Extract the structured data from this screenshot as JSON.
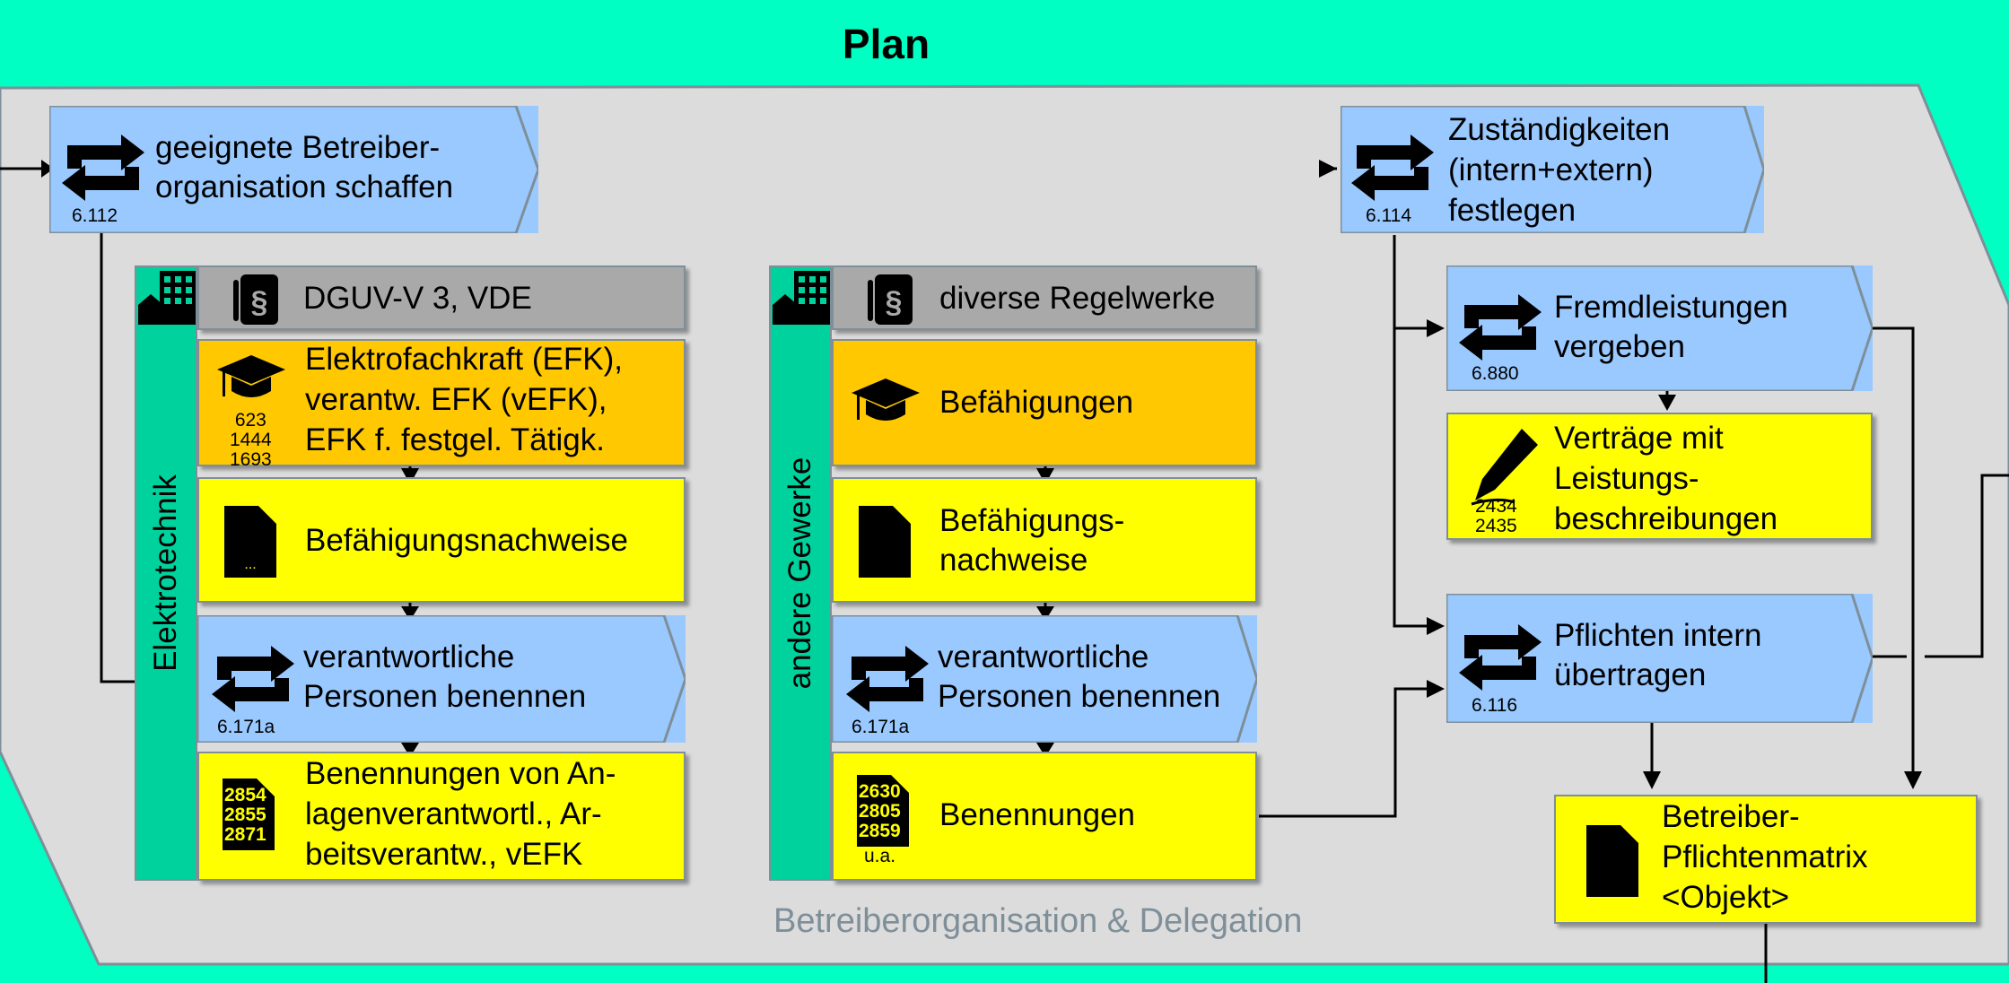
{
  "title": "Plan",
  "footer": "Betreiberorganisation & Delegation",
  "p6112": {
    "label1": "geeignete Betreiber-",
    "label2": "organisation schaffen",
    "number": "6.112"
  },
  "lane1": {
    "label": "Elektrotechnik",
    "regulation": "DGUV-V 3, VDE",
    "qual": [
      "Elektrofachkraft (EFK),",
      "verantw. EFK (vEFK),",
      "EFK f. festgel. Tätigk."
    ],
    "qual_nums": [
      "623",
      "1444",
      "1693"
    ],
    "proof": "Befähigungsnachweise",
    "resp": [
      "verantwortliche",
      "Personen benennen"
    ],
    "resp_num": "6.171a",
    "appt": [
      "Benennungen von An-",
      "lagenverantwortl., Ar-",
      "beitsverantw., vEFK"
    ],
    "appt_nums": [
      "2854",
      "2855",
      "2871"
    ]
  },
  "lane2": {
    "label": "andere Gewerke",
    "regulation": "diverse Regelwerke",
    "qual": "Befähigungen",
    "proof": [
      "Befähigungs-",
      "nachweise"
    ],
    "resp": [
      "verantwortliche",
      "Personen benennen"
    ],
    "resp_num": "6.171a",
    "appt": "Benennungen",
    "appt_nums": [
      "2630",
      "2805",
      "2859"
    ],
    "appt_more": "u.a."
  },
  "p6114": {
    "label": [
      "Zuständigkeiten",
      "(intern+extern)",
      "festlegen"
    ],
    "number": "6.114"
  },
  "p6880": {
    "label": [
      "Fremdleistungen",
      "vergeben"
    ],
    "number": "6.880"
  },
  "contracts": {
    "label": [
      "Verträge mit",
      "Leistungs-",
      "beschreibungen"
    ],
    "nums": [
      "2434",
      "2435"
    ]
  },
  "p6116": {
    "label": [
      "Pflichten intern",
      "übertragen"
    ],
    "number": "6.116"
  },
  "matrix": {
    "label": [
      "Betreiber-",
      "Pflichtenmatrix",
      "<Objekt>"
    ]
  },
  "colors": {
    "phase_band": "#00ffc2",
    "area": "#dcdcdc",
    "process": "#99c9ff",
    "document": "#ffff00",
    "qualification": "#ffc800",
    "regulation": "#a9a9a9",
    "lane": "#00d29e"
  }
}
